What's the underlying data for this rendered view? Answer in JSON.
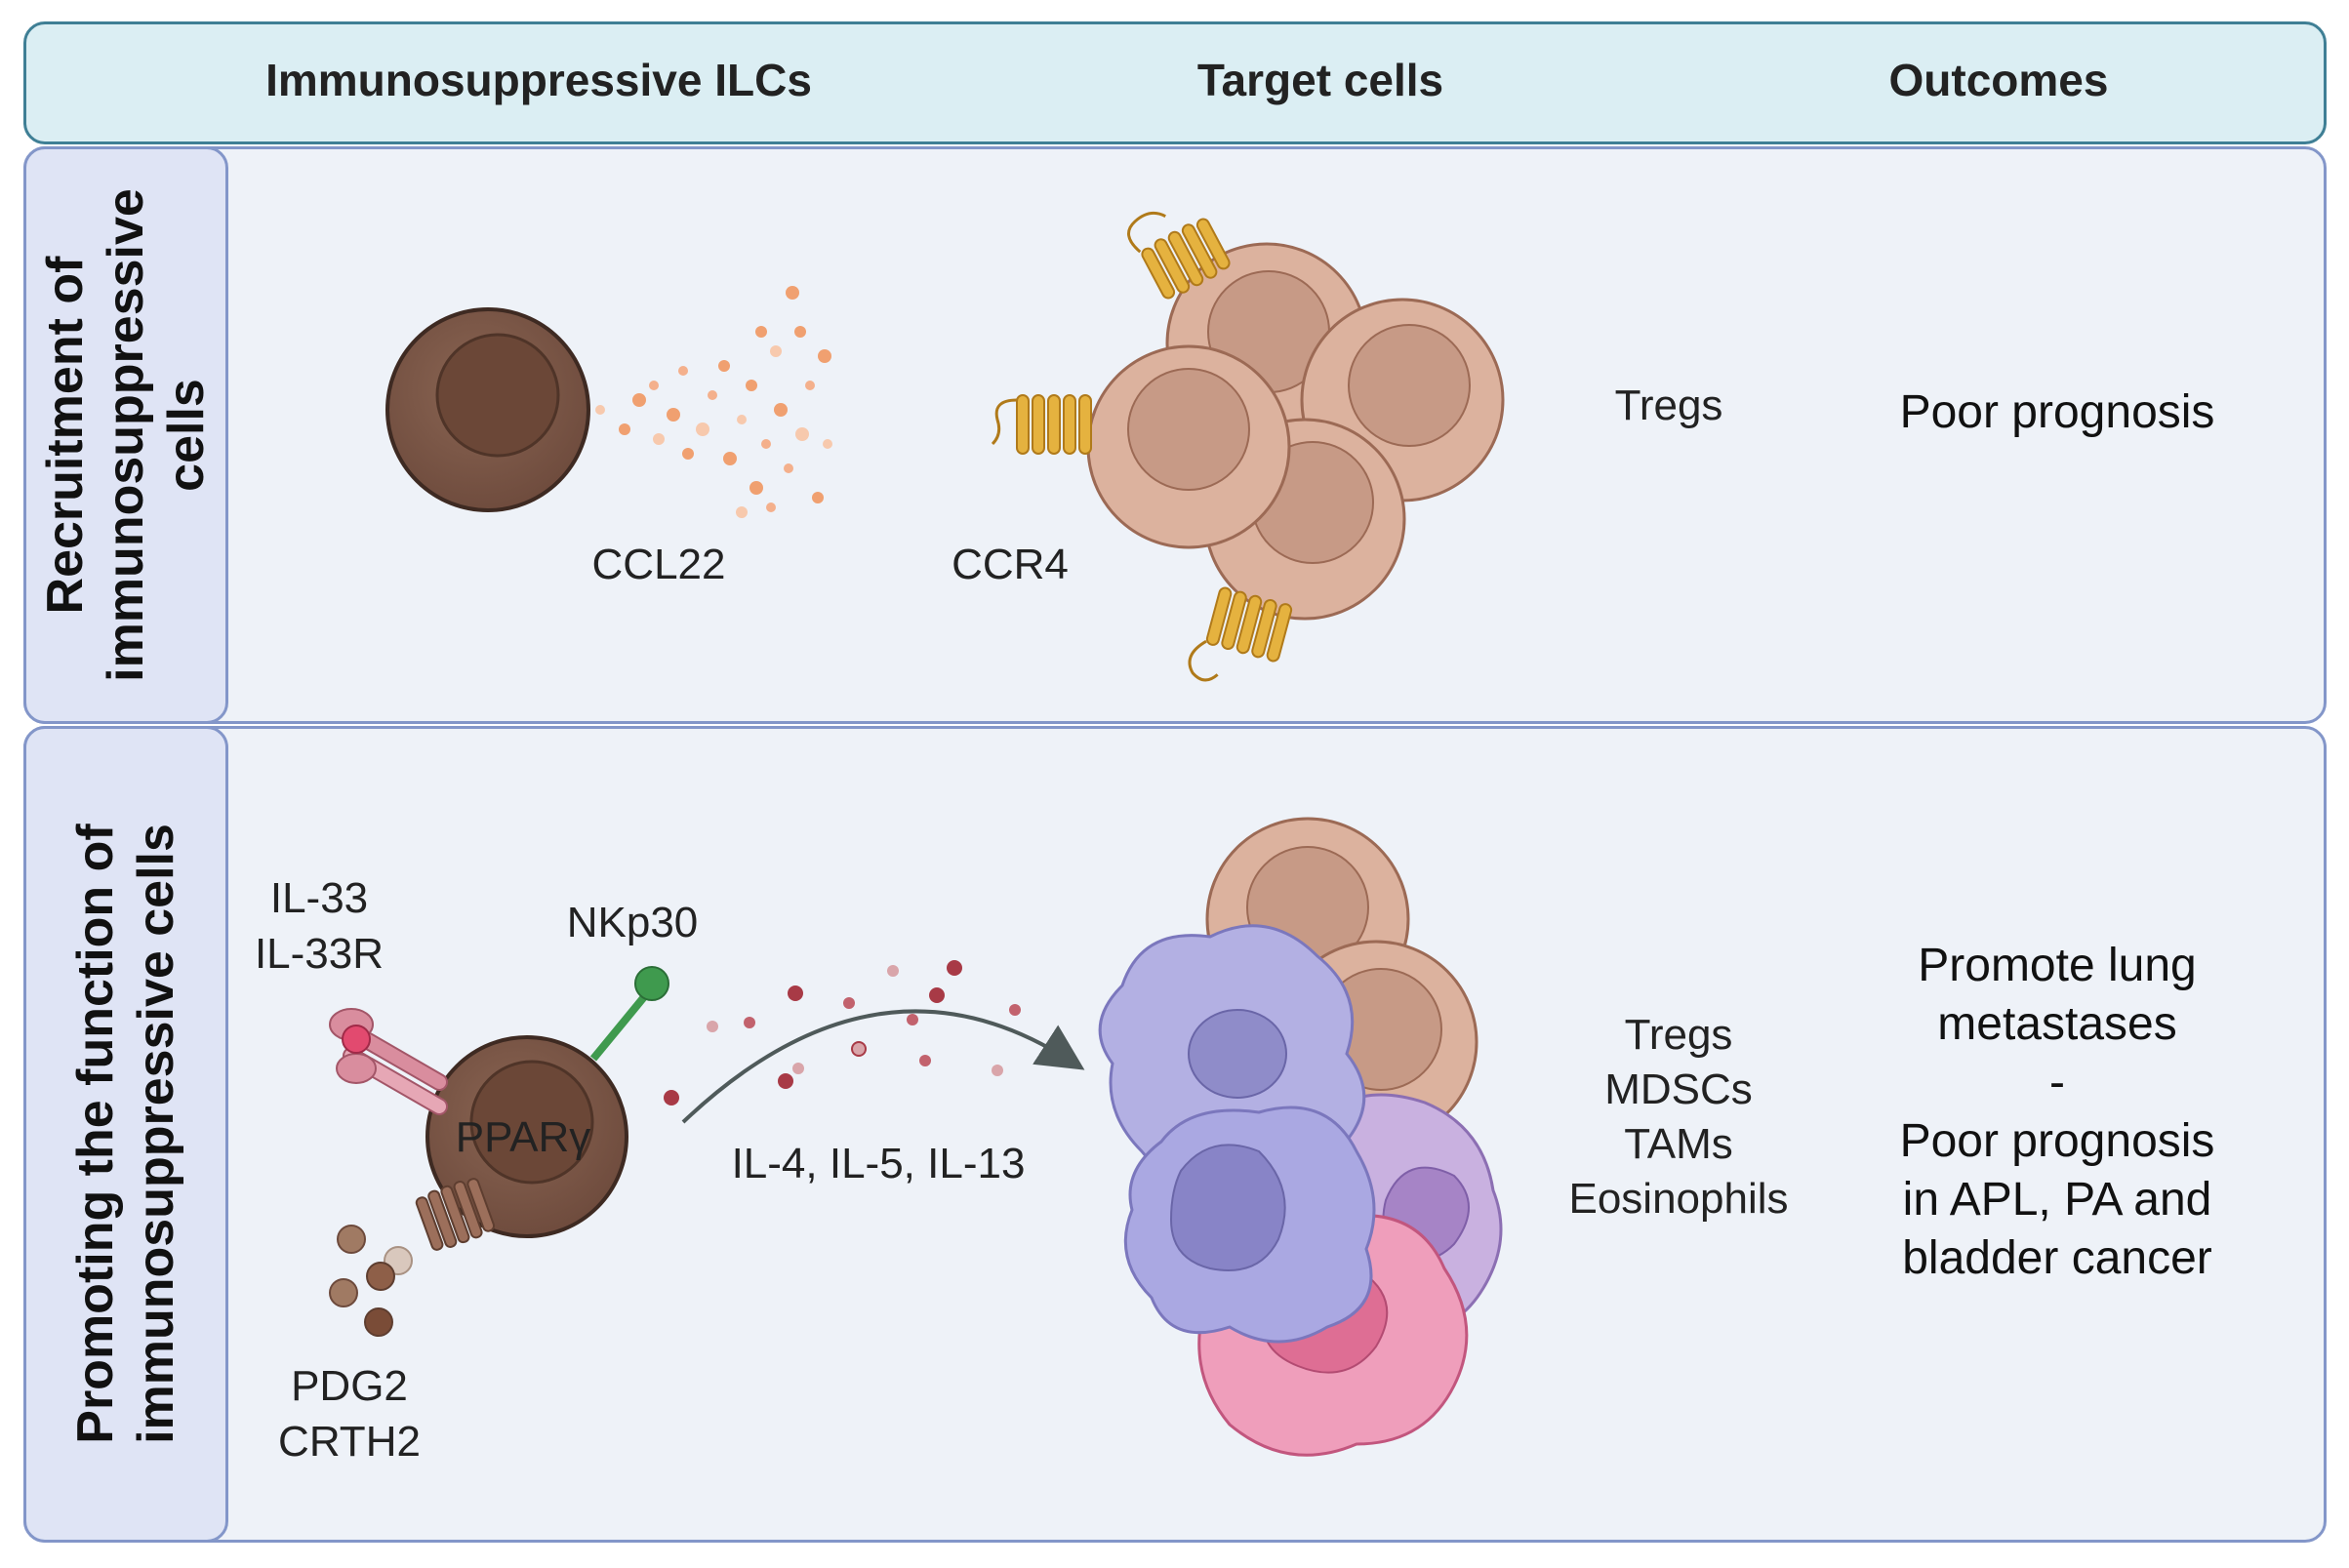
{
  "header": {
    "col_ilcs": "Immunosuppressive ILCs",
    "col_targets": "Target cells",
    "col_outcomes": "Outcomes"
  },
  "rows": [
    {
      "side_label_line1": "Recruitment of",
      "side_label_line2": "immunosuppressive",
      "side_label_line3": "cells",
      "chemokine": "CCL22",
      "receptor": "CCR4",
      "target_cells": "Tregs",
      "outcome": "Poor prognosis"
    },
    {
      "side_label_line1": "Promoting the function of",
      "side_label_line2": "immunosuppressive cells",
      "il33": "IL-33",
      "il33r": "IL-33R",
      "nkp30": "NKp30",
      "ppar": "PPARγ",
      "pdg2": "PDG2",
      "crth2": "CRTH2",
      "cytokines": "IL-4, IL-5, IL-13",
      "target_cells": [
        "Tregs",
        "MDSCs",
        "TAMs",
        "Eosinophils"
      ],
      "outcome_lines": [
        "Promote lung",
        "metastases",
        "-",
        "Poor prognosis",
        "in APL, PA and",
        "bladder cancer"
      ]
    }
  ],
  "colors": {
    "header_fill": "#dbeef3",
    "panel_fill": "#eef2f8",
    "ilc_cell": "#7a5646",
    "target_cell": "#d9ab94",
    "receptor_gold": "#e5b23f",
    "ccl22_dots": "#f0a070",
    "cytokine_dots": "#a83a46",
    "nkp30_green": "#3f9a4e",
    "macrophage": "#a9a7db",
    "eosinophil": "#ec9bb6",
    "mdsc": "#c3a8dc"
  }
}
